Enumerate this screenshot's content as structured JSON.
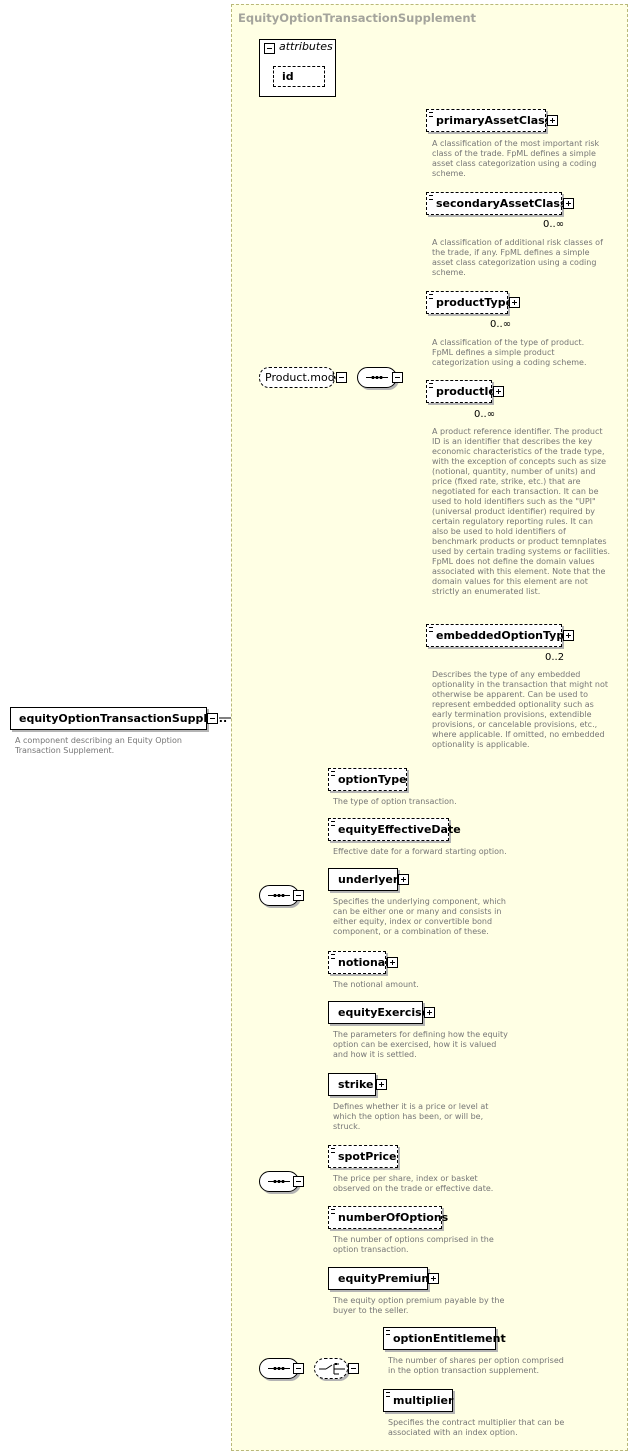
{
  "root": {
    "name": "equityOptionTransactionSupple...",
    "description": "A component describing an Equity Option\nTransaction Supplement."
  },
  "group": {
    "title": "EquityOptionTransactionSupplement"
  },
  "attributes": {
    "label": "attributes",
    "items": [
      "id"
    ]
  },
  "product_model": {
    "label": "Product.model",
    "elements": [
      {
        "name": "primaryAssetClass",
        "cardinality": "",
        "description": "A classification of the most important risk\nclass of the trade. FpML defines a simple\nasset class categorization using a coding\nscheme."
      },
      {
        "name": "secondaryAssetClass",
        "cardinality": "0..∞",
        "description": "A classification of additional risk classes of\nthe trade, if any. FpML defines a simple\nasset class categorization using a coding\nscheme."
      },
      {
        "name": "productType",
        "cardinality": "0..∞",
        "description": "A classification of the type of product.\nFpML defines a simple product\ncategorization using a coding scheme."
      },
      {
        "name": "productId",
        "cardinality": "0..∞",
        "description": "A product reference identifier. The product\nID is an identifier that describes the key\neconomic characteristics of the trade type,\nwith the exception of concepts such as size\n(notional, quantity, number of units) and\nprice (fixed rate, strike, etc.) that are\nnegotiated for each transaction. It can be\nused to hold identifiers such as the \"UPI\"\n(universal product identifier) required by\ncertain regulatory reporting rules. It can\nalso be used to hold identifiers of\nbenchmark products or product temnplates\nused by certain trading systems or facilities.\nFpML does not define the domain values\nassociated with this element. Note that the\ndomain values for this element are not\nstrictly an enumerated list."
      },
      {
        "name": "embeddedOptionType",
        "cardinality": "0..2",
        "description": "Describes the type of any embedded\noptionality in the transaction that might not\notherwise be apparent. Can be used to\nrepresent embedded optionality such as\nearly termination provisions, extendible\nprovisions, or cancelable provisions, etc.,\nwhere applicable. If omitted, no embedded\noptionality is applicable."
      }
    ]
  },
  "sequence_1": [
    {
      "name": "optionType",
      "description": "The type of option transaction."
    },
    {
      "name": "equityEffectiveDate",
      "description": "Effective date for a forward starting option."
    },
    {
      "name": "underlyer",
      "description": "Specifies the underlying component, which\ncan be either one or many and consists in\neither equity, index or convertible bond\ncomponent, or a combination of these."
    },
    {
      "name": "notional",
      "description": "The notional amount."
    },
    {
      "name": "equityExercise",
      "description": "The parameters for defining how the equity\noption can be exercised, how it is valued\nand how it is settled."
    }
  ],
  "sequence_2": [
    {
      "name": "strike",
      "description": "Defines whether it is a price or level at\nwhich the option has been, or will be,\nstruck."
    },
    {
      "name": "spotPrice",
      "description": "The price per share, index or basket\nobserved on the trade or effective date."
    },
    {
      "name": "numberOfOptions",
      "description": "The number of options comprised in the\noption transaction."
    },
    {
      "name": "equityPremium",
      "description": "The equity option premium payable by the\nbuyer to the seller."
    }
  ],
  "choice_1": [
    {
      "name": "optionEntitlement",
      "description": "The number of shares per option comprised\nin the option transaction supplement."
    },
    {
      "name": "multiplier",
      "description": "Specifies the contract multiplier that can be\nassociated with an index option."
    }
  ]
}
